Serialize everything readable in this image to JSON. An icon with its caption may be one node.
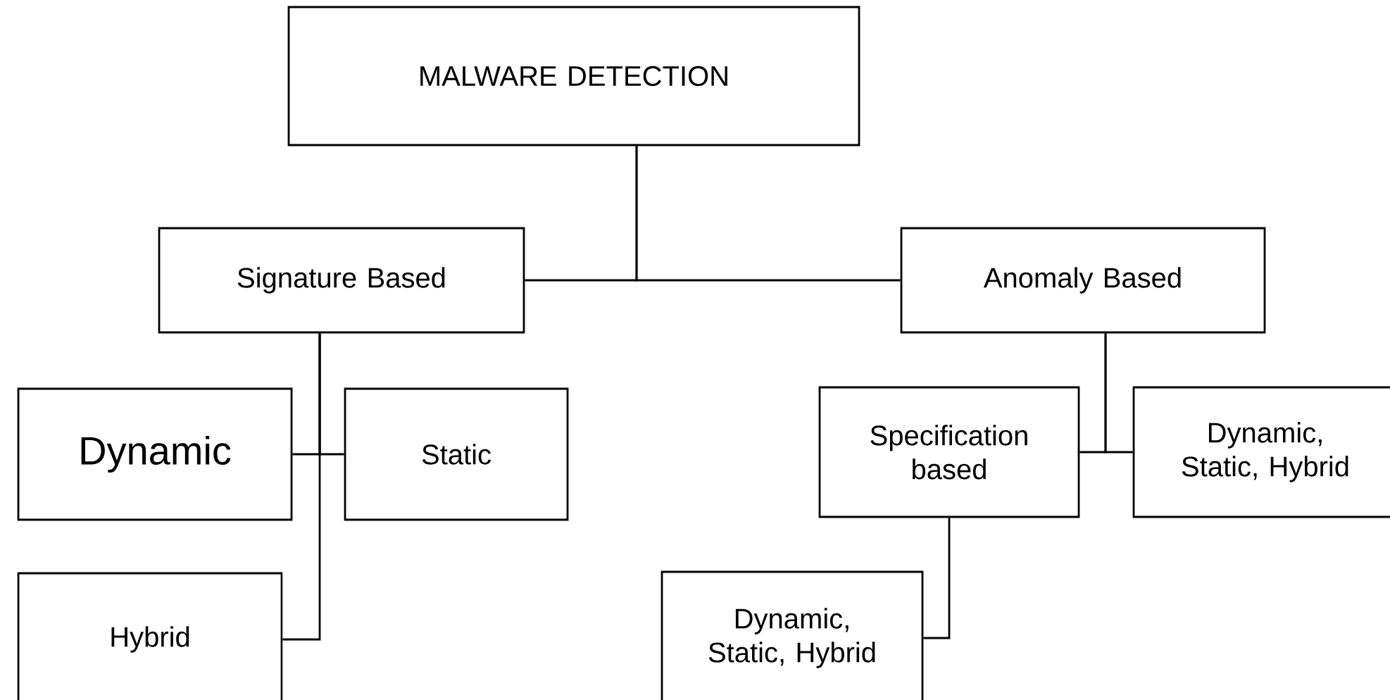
{
  "diagram": {
    "nodes": [
      {
        "text": [
          "MALWARE DETECTION"
        ]
      },
      {
        "text": [
          "Signature Based"
        ]
      },
      {
        "text": [
          "Anomaly Based"
        ]
      },
      {
        "text": [
          "Dynamic"
        ]
      },
      {
        "text": [
          "Static"
        ]
      },
      {
        "text": [
          "Hybrid"
        ]
      },
      {
        "text": [
          "Specification based"
        ]
      },
      {
        "text": [
          "Dynamic, Static, Hybrid"
        ]
      },
      {
        "text": [
          "Dynamic, Static, Hybrid"
        ]
      }
    ],
    "edges": [
      {
        "from": 0,
        "to": 1,
        "arrow": "none"
      },
      {
        "from": 0,
        "to": 2,
        "arrow": "none"
      },
      {
        "from": 1,
        "to": 3,
        "arrow": "none"
      },
      {
        "from": 1,
        "to": 4,
        "arrow": "none"
      },
      {
        "from": 1,
        "to": 5,
        "arrow": "none"
      },
      {
        "from": 2,
        "to": 6,
        "arrow": "none"
      },
      {
        "from": 2,
        "to": 7,
        "arrow": "none"
      },
      {
        "from": 6,
        "to": 8,
        "arrow": "none"
      }
    ]
  }
}
